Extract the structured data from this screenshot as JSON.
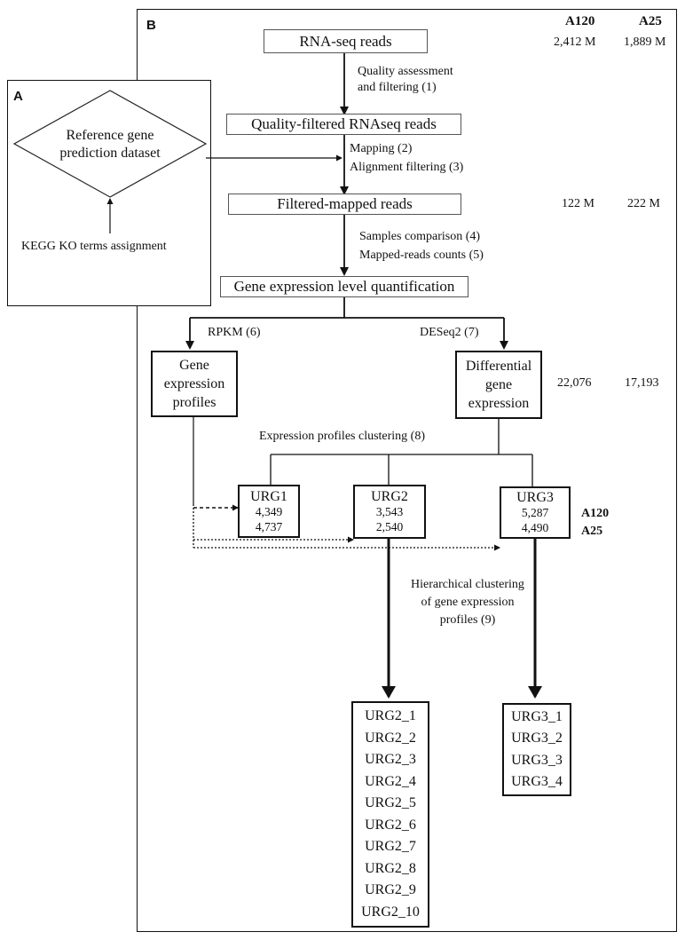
{
  "panel_a": {
    "letter": "A",
    "reference_dataset": [
      "Reference gene",
      "prediction dataset"
    ],
    "kegg": "KEGG KO terms assignment"
  },
  "panel_b": {
    "letter": "B",
    "sample_headers": [
      "A120",
      "A25"
    ],
    "rnaseq_reads": "RNA-seq reads",
    "rnaseq_counts": [
      "2,412 M",
      "1,889 M"
    ],
    "step1": [
      "Quality assessment",
      "and filtering (1)"
    ],
    "quality_filtered": "Quality-filtered RNAseq reads",
    "step2": "Mapping (2)",
    "step3": "Alignment filtering (3)",
    "filtered_mapped": "Filtered-mapped reads",
    "filtered_counts": [
      "122 M",
      "222 M"
    ],
    "step4": "Samples comparison (4)",
    "step5": "Mapped-reads counts (5)",
    "quantification": "Gene expression level quantification",
    "rpkm": "RPKM (6)",
    "deseq": "DESeq2 (7)",
    "profiles": [
      "Gene",
      "expression",
      "profiles"
    ],
    "differential": [
      "Differential",
      "gene",
      "expression"
    ],
    "diff_counts": [
      "22,076",
      "17,193"
    ],
    "clustering": "Expression profiles clustering (8)",
    "urg1": {
      "name": "URG1",
      "a120": "4,349",
      "a25": "4,737"
    },
    "urg2": {
      "name": "URG2",
      "a120": "3,543",
      "a25": "2,540"
    },
    "urg3": {
      "name": "URG3",
      "a120": "5,287",
      "a25": "4,490"
    },
    "row_labels": [
      "A120",
      "A25"
    ],
    "hier": [
      "Hierarchical clustering",
      "of gene expression",
      "profiles (9)"
    ],
    "urg2_subclusters": [
      "URG2_1",
      "URG2_2",
      "URG2_3",
      "URG2_4",
      "URG2_5",
      "URG2_6",
      "URG2_7",
      "URG2_8",
      "URG2_9",
      "URG2_10"
    ],
    "urg3_subclusters": [
      "URG3_1",
      "URG3_2",
      "URG3_3",
      "URG3_4"
    ]
  }
}
